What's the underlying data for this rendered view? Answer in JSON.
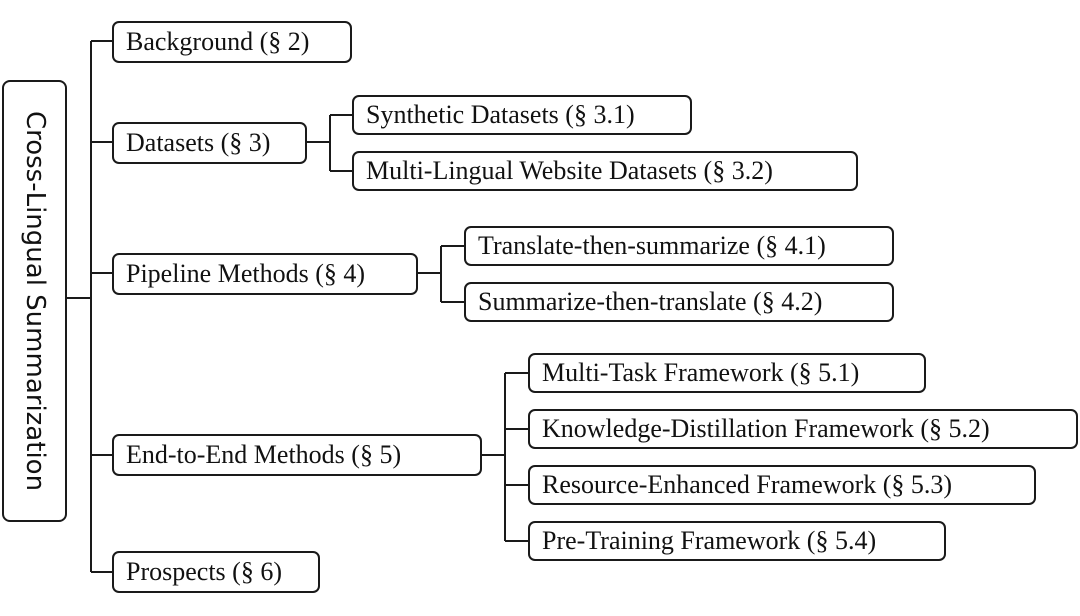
{
  "root": {
    "label": "Cross-Lingual Summarization"
  },
  "sections": {
    "background": "Background (§ 2)",
    "datasets": "Datasets (§ 3)",
    "pipeline": "Pipeline Methods (§ 4)",
    "end_to_end": "End-to-End Methods (§ 5)",
    "prospects": "Prospects (§ 6)"
  },
  "datasets_children": [
    "Synthetic Datasets (§ 3.1)",
    "Multi-Lingual Website Datasets (§ 3.2)"
  ],
  "pipeline_children": [
    "Translate-then-summarize (§ 4.1)",
    "Summarize-then-translate (§ 4.2)"
  ],
  "end_to_end_children": [
    "Multi-Task Framework (§ 5.1)",
    "Knowledge-Distillation Framework (§ 5.2)",
    "Resource-Enhanced Framework (§ 5.3)",
    "Pre-Training Framework (§ 5.4)"
  ]
}
